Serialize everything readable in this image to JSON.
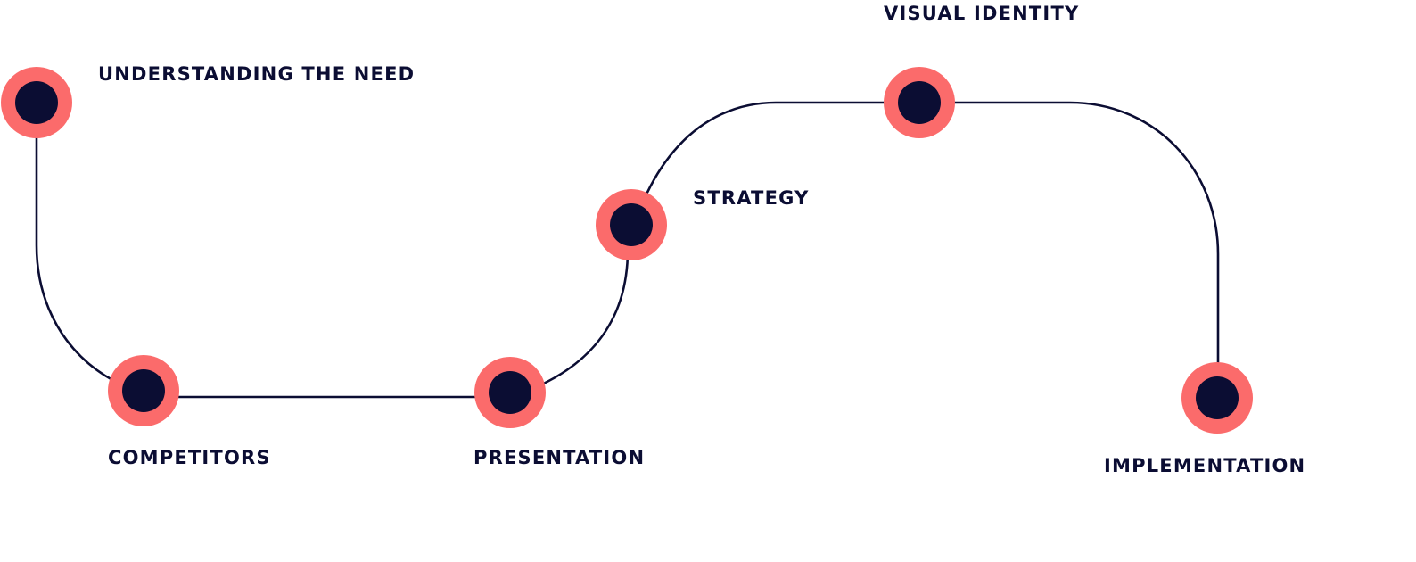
{
  "colors": {
    "path": "#0b0d33",
    "ring": "#fb6b6b",
    "dot": "#0b0d33",
    "label": "#0b0d33",
    "background": "#ffffff"
  },
  "steps": [
    {
      "label": "UNDERSTANDING THE NEED"
    },
    {
      "label": "COMPETITORS"
    },
    {
      "label": "PRESENTATION"
    },
    {
      "label": "STRATEGY"
    },
    {
      "label": "VISUAL IDENTITY"
    },
    {
      "label": "IMPLEMENTATION"
    }
  ]
}
